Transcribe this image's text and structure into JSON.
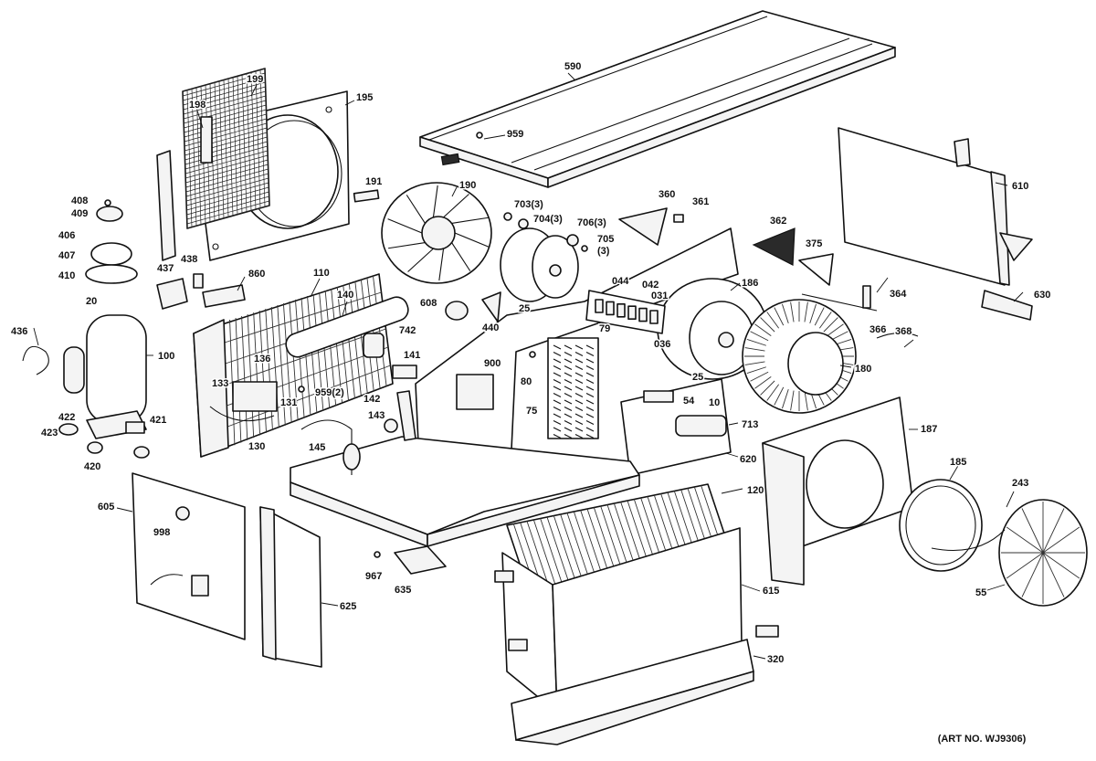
{
  "art_number": "(ART NO. WJ9306)",
  "labels": {
    "l590": "590",
    "l959a": "959",
    "l199": "199",
    "l198": "198",
    "l195": "195",
    "l610": "610",
    "l191": "191",
    "l190": "190",
    "l703": "703(3)",
    "l704": "704(3)",
    "l706": "706(3)",
    "l705": "705",
    "l705q": "(3)",
    "l360": "360",
    "l361": "361",
    "l362": "362",
    "l375": "375",
    "l408": "408",
    "l409": "409",
    "l406": "406",
    "l407": "407",
    "l410": "410",
    "l437": "437",
    "l438": "438",
    "l860": "860",
    "l110": "110",
    "l140": "140",
    "l608": "608",
    "l25a": "25",
    "l440": "440",
    "l044": "044",
    "l042": "042",
    "l031": "031",
    "l186": "186",
    "l364": "364",
    "l630": "630",
    "l366": "366",
    "l368": "368",
    "l20": "20",
    "l436": "436",
    "l100": "100",
    "l742": "742",
    "l136": "136",
    "l141": "141",
    "l79": "79",
    "l036": "036",
    "l25b": "25",
    "l180": "180",
    "l80": "80",
    "l900": "900",
    "l133": "133",
    "l131": "131",
    "l959b": "959(2)",
    "l142": "142",
    "l75": "75",
    "l54": "54",
    "l10": "10",
    "l713": "713",
    "l187": "187",
    "l422": "422",
    "l421": "421",
    "l423": "423",
    "l130": "130",
    "l143": "143",
    "l145": "145",
    "l420": "420",
    "l620": "620",
    "l185": "185",
    "l243": "243",
    "l605": "605",
    "l120": "120",
    "l998": "998",
    "l967": "967",
    "l635": "635",
    "l615": "615",
    "l55": "55",
    "l625": "625",
    "l320": "320"
  }
}
